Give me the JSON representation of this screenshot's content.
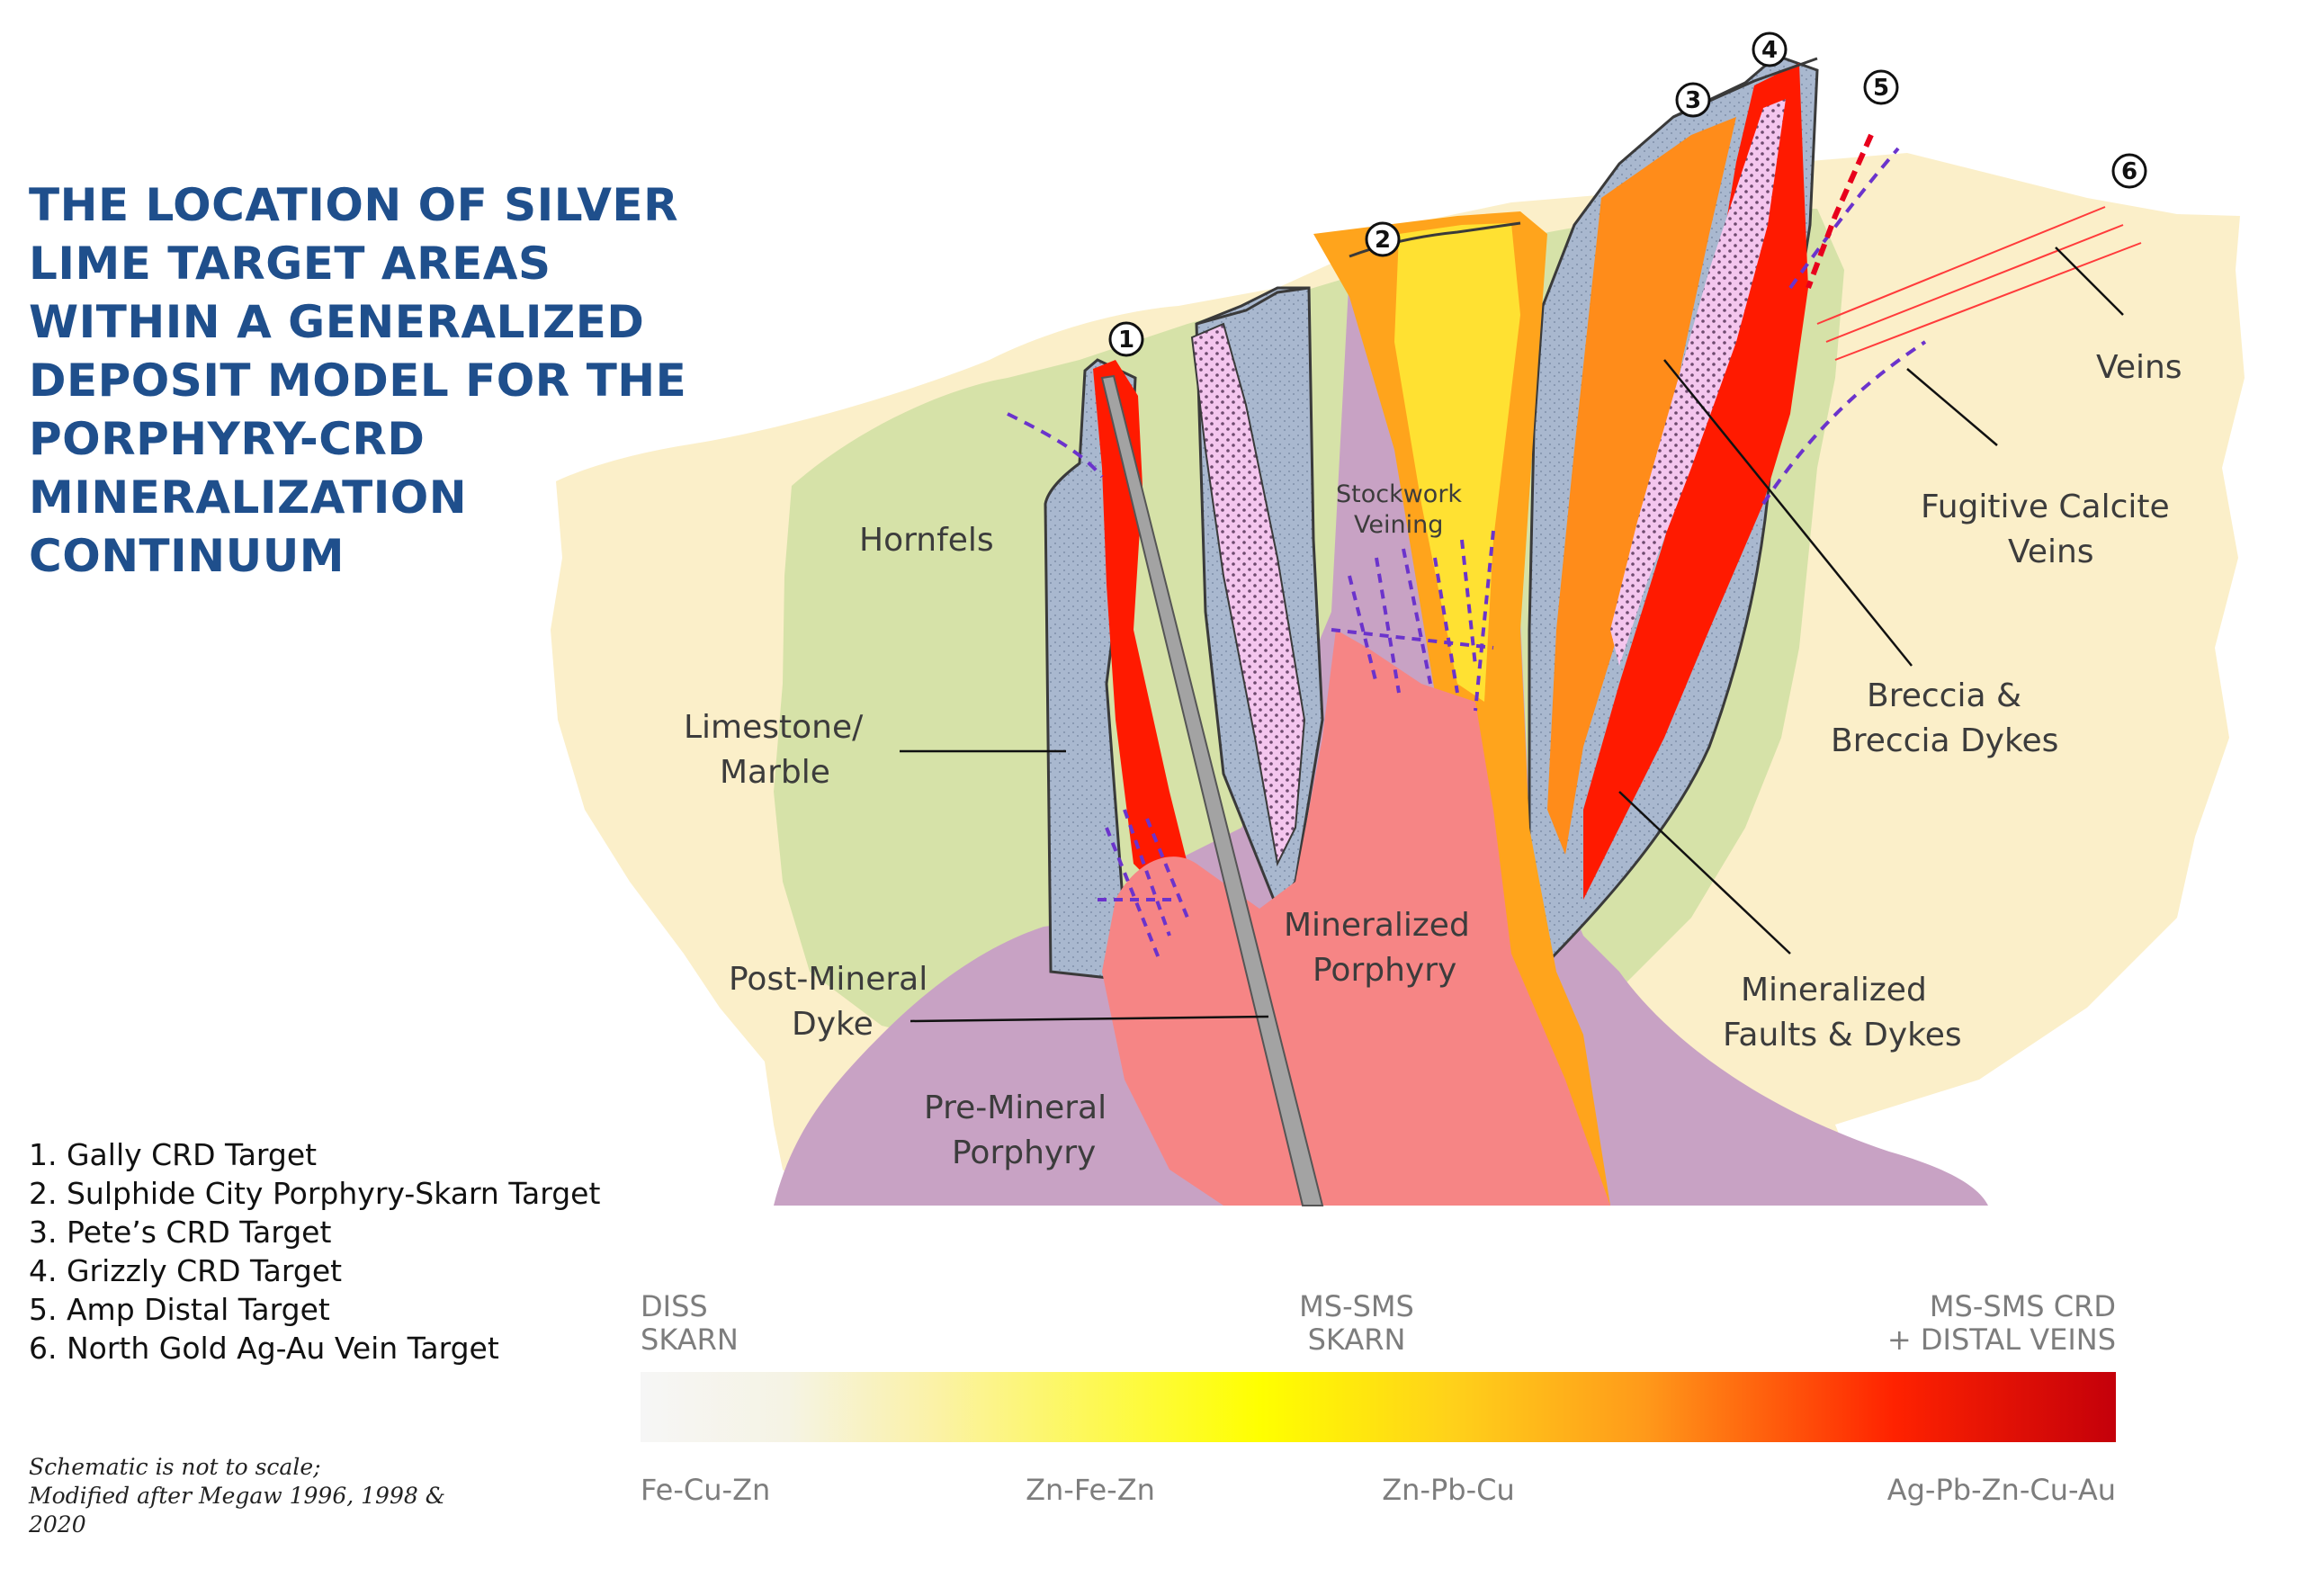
{
  "title_lines": [
    "THE LOCATION OF SILVER",
    "LIME TARGET AREAS",
    "WITHIN A GENERALIZED",
    "DEPOSIT MODEL FOR THE",
    "PORPHYRY-CRD",
    "MINERALIZATION",
    "CONTINUUM"
  ],
  "targets": [
    "1. Gally CRD Target",
    "2. Sulphide City Porphyry-Skarn Target",
    "3. Pete’s CRD Target",
    "4. Grizzly CRD Target",
    "5. Amp Distal Target",
    "6. North Gold Ag-Au Vein Target"
  ],
  "note_lines": [
    "Schematic is not to scale;",
    "Modified after Megaw 1996, 1998 &",
    "2020"
  ],
  "diagram": {
    "labels": {
      "hornfels": "Hornfels",
      "limestone_1": "Limestone/",
      "limestone_2": "Marble",
      "stockwork_1": "Stockwork",
      "stockwork_2": "Veining",
      "mineralized_porphyry_1": "Mineralized",
      "mineralized_porphyry_2": "Porphyry",
      "post_mineral_1": "Post-Mineral",
      "post_mineral_2": "Dyke",
      "pre_mineral_1": "Pre-Mineral",
      "pre_mineral_2": "Porphyry",
      "veins": "Veins",
      "fugitive_1": "Fugitive Calcite",
      "fugitive_2": "Veins",
      "breccia_1": "Breccia &",
      "breccia_2": "Breccia Dykes",
      "faults_1": "Mineralized",
      "faults_2": "Faults & Dykes"
    },
    "markers": [
      "1",
      "2",
      "3",
      "4",
      "5",
      "6"
    ]
  },
  "scale": {
    "top_left_1": "DISS",
    "top_left_2": "SKARN",
    "top_mid_1": "MS-SMS",
    "top_mid_2": "SKARN",
    "top_right_1": "MS-SMS CRD",
    "top_right_2": "+ DISTAL VEINS",
    "bottom": [
      "Fe-Cu-Zn",
      "Zn-Fe-Zn",
      "Zn-Pb-Cu",
      "Ag-Pb-Zn-Cu-Au"
    ]
  },
  "colors": {
    "title": "#1f4f8c",
    "limestone": "#fbefc9",
    "hornfels": "#d6e2a8",
    "marble": "#a9b8cf",
    "porphyry": "#f68585",
    "pre_mineral": "#c8a2c4",
    "skarn_red": "#ff1a00",
    "skarn_orange": "#ffa41c",
    "skarn_yellow": "#ffe132",
    "veining": "#6b33cc"
  }
}
